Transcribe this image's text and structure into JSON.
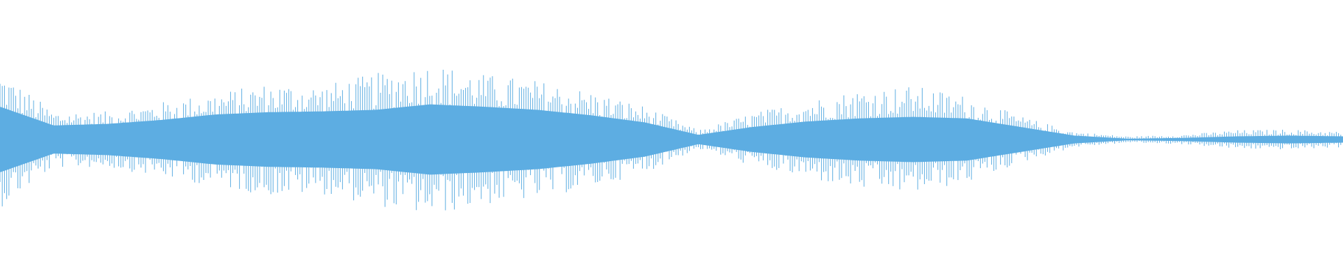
{
  "colors": {
    "background": "#ffffff",
    "waveform": "#5dade2"
  },
  "chart_data": {
    "type": "area",
    "title": "",
    "xlabel": "",
    "ylabel": "",
    "ylim": [
      -1,
      1
    ],
    "grid": false,
    "legend": "none",
    "series": [
      {
        "x": [
          0.0,
          0.04,
          0.08,
          0.12,
          0.16,
          0.2,
          0.24,
          0.28,
          0.32,
          0.36,
          0.4,
          0.44,
          0.48,
          0.52,
          0.56,
          0.6,
          0.64,
          0.68,
          0.72,
          0.76,
          0.8,
          0.84,
          0.88,
          0.92,
          0.96,
          1.0
        ],
        "peak_amplitude": [
          0.88,
          0.36,
          0.36,
          0.48,
          0.6,
          0.72,
          0.7,
          0.85,
          0.98,
          0.84,
          0.76,
          0.62,
          0.43,
          0.12,
          0.34,
          0.5,
          0.64,
          0.69,
          0.56,
          0.3,
          0.1,
          0.04,
          0.06,
          0.12,
          0.13,
          0.1
        ],
        "body_amplitude": [
          0.42,
          0.18,
          0.2,
          0.25,
          0.32,
          0.35,
          0.36,
          0.38,
          0.45,
          0.42,
          0.38,
          0.31,
          0.22,
          0.06,
          0.16,
          0.23,
          0.27,
          0.29,
          0.27,
          0.16,
          0.05,
          0.01,
          0.02,
          0.04,
          0.05,
          0.04
        ]
      }
    ]
  }
}
